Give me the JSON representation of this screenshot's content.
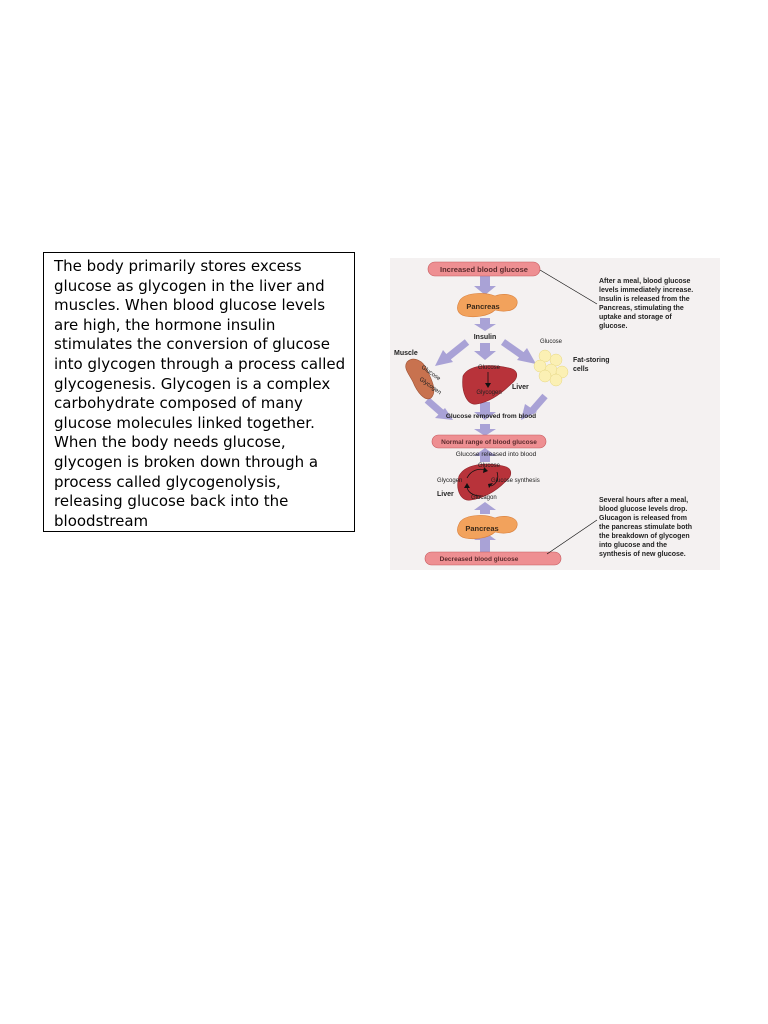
{
  "text_box": {
    "paragraph": "The body primarily stores excess glucose as glycogen in the liver and muscles. When blood glucose levels are high, the hormone insulin stimulates the conversion of glucose into glycogen through a process called glycogenesis. Glycogen is a complex carbohydrate composed of many glucose molecules linked together. When the body needs glucose, glycogen is broken down through a process called glycogenolysis, releasing glucose back into the bloodstream"
  },
  "diagram": {
    "increased_blood_glucose": "Increased blood glucose",
    "pancreas_top": "Pancreas",
    "insulin": "Insulin",
    "muscle": "Muscle",
    "muscle_glucose": "Glucose",
    "muscle_glycogen": "Glycogen",
    "liver_glucose": "Glucose",
    "liver_glycogen": "Glycogen",
    "liver_top": "Liver",
    "fat_glucose": "Glucose",
    "fat_storing_cells_1": "Fat-storing",
    "fat_storing_cells_2": "cells",
    "glucose_removed": "Glucose removed from blood",
    "normal_range": "Normal range of blood glucose",
    "glucose_released": "Glucose released into blood",
    "lower_glucose": "Glucose",
    "lower_glycogen": "Glycogen",
    "glucose_synthesis": "Glucose synthesis",
    "liver_bottom": "Liver",
    "glucagon": "Glucagon",
    "pancreas_bottom": "Pancreas",
    "decreased_blood_glucose": "Decreased blood glucose",
    "note_top": [
      "After a meal, blood glucose",
      "levels immediately increase.",
      "Insulin is released from the",
      "Pancreas, stimulating the",
      "uptake and storage of",
      "glucose."
    ],
    "note_bottom": [
      "Several hours after a meal,",
      "blood glucose levels drop.",
      "Glucagon is released from",
      "the pancreas stimulate both",
      "the breakdown of glycogen",
      "into glucose and the",
      "synthesis of new glucose."
    ],
    "colors": {
      "pill": "#ee8f92",
      "arrow": "#a9a2d6",
      "pancreas": "#f2a25c",
      "liver": "#b8333a",
      "muscle": "#c8724f",
      "fat": "#fbf0b4",
      "background": "#f4f1f1"
    }
  }
}
